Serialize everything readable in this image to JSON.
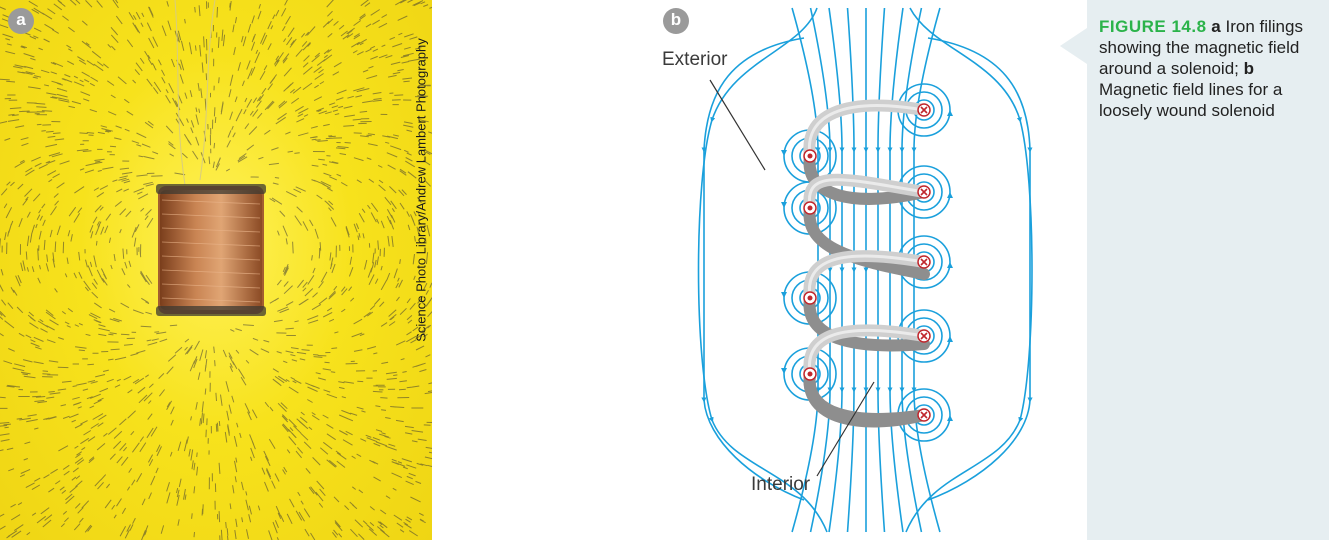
{
  "panel_a": {
    "badge": "a",
    "credit": "Science Photo Library/Andrew Lambert Photography"
  },
  "panel_b": {
    "badge": "b",
    "label_exterior": "Exterior",
    "label_interior": "Interior"
  },
  "caption": {
    "figure_label": "FIGURE 14.8",
    "part_a_letter": "a",
    "part_a_text": "Iron filings showing the magnetic field around a solenoid;",
    "part_b_letter": "b",
    "part_b_text": "Magnetic field lines for a loosely wound solenoid"
  },
  "colors": {
    "field_line": "#1aa0dc",
    "coil": "#b7b7b7",
    "current_marker": "#c0272d",
    "filings_background": "#f4dd18",
    "copper_coil": "#b26a3a",
    "figure_label": "#2bb34a",
    "caption_background": "#e6eef1"
  },
  "icons": {
    "current_out": "dot-in-circle-icon",
    "current_in": "cross-in-circle-icon"
  }
}
